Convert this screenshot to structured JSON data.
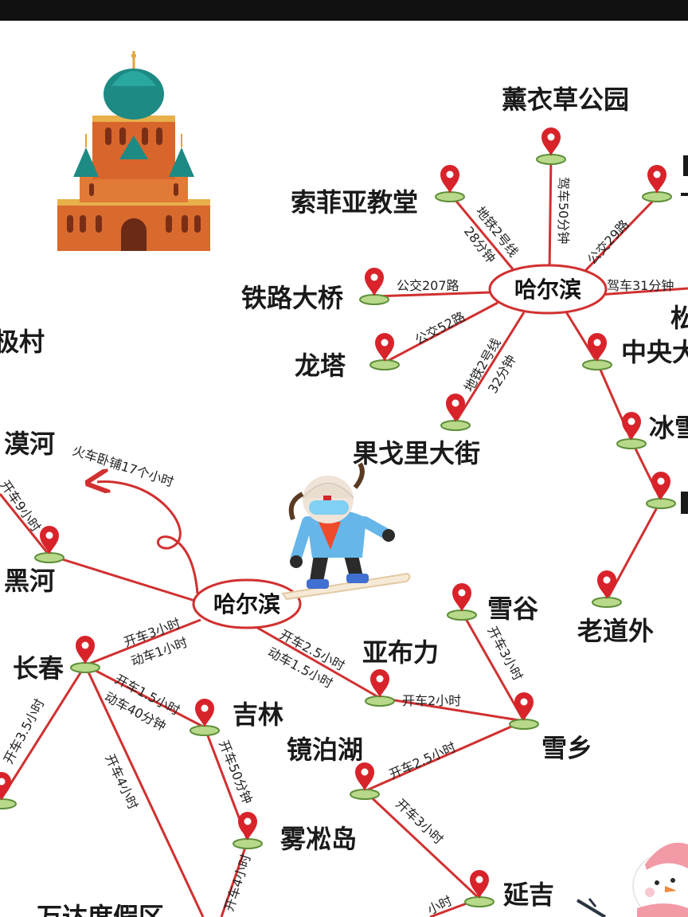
{
  "colors": {
    "route": "#d13030",
    "pin": "#d8232a",
    "pin_base": "#8fbf5a",
    "hub_ring": "#d13030",
    "top_bar": "#111111"
  },
  "hubs": {
    "city": "哈尔滨",
    "regional": "哈尔滨"
  },
  "city_places": {
    "lavender_park": "薰衣草公园",
    "sofia_church": "索菲亚教堂",
    "railway_bridge": "铁路大桥",
    "dragon_tower": "龙塔",
    "guogeli_street": "果戈里大街",
    "central_street": "中央大",
    "ice_snow": "冰雪",
    "old_daowai": "老道外",
    "song": "松"
  },
  "city_routes": {
    "lavender": "驾车50分钟",
    "sofia_line1": "地铁2号线",
    "sofia_line2": "28分钟",
    "bus29": "公交29路",
    "drive31": "驾车31分钟",
    "bus207": "公交207路",
    "bus52": "公交52路",
    "guogeli_line1": "地铁2号线",
    "guogeli_line2": "32分钟"
  },
  "regional_places": {
    "mohe": "漠河",
    "heihe": "黑河",
    "changchun": "长春",
    "jilin": "吉林",
    "wusong_island": "雾凇岛",
    "yabuli": "亚布力",
    "xuegu": "雪谷",
    "xuexiang": "雪乡",
    "jingpo_lake": "镜泊湖",
    "yanji": "延吉",
    "village": "极村",
    "resort": "万达度假区"
  },
  "regional_routes": {
    "train_mohe": "火车卧铺17个小时",
    "mohe_heihe": "开车9小时",
    "cc_drive": "开车3小时",
    "cc_train": "动车1小时",
    "yb_drive": "开车2.5小时",
    "yb_train": "动车1.5小时",
    "jl_drive": "开车1.5小时",
    "jl_train": "动车40分钟",
    "cc_south": "开车3.5小时",
    "cc_resort": "开车4小时",
    "jl_wusong": "开车50分钟",
    "wusong_resort": "开车4小时",
    "yb_xuexiang": "开车2小时",
    "xuegu_xuexiang": "开车3小时",
    "jp_xuexiang": "开车2.5小时",
    "jp_yanji": "开车3小时",
    "yanji_bottom": "小时"
  },
  "illustrations": {
    "church": "church-icon",
    "snowboarder": "snowboarder-icon",
    "snowman": "snowman-icon",
    "pin": "map-pin-icon"
  }
}
